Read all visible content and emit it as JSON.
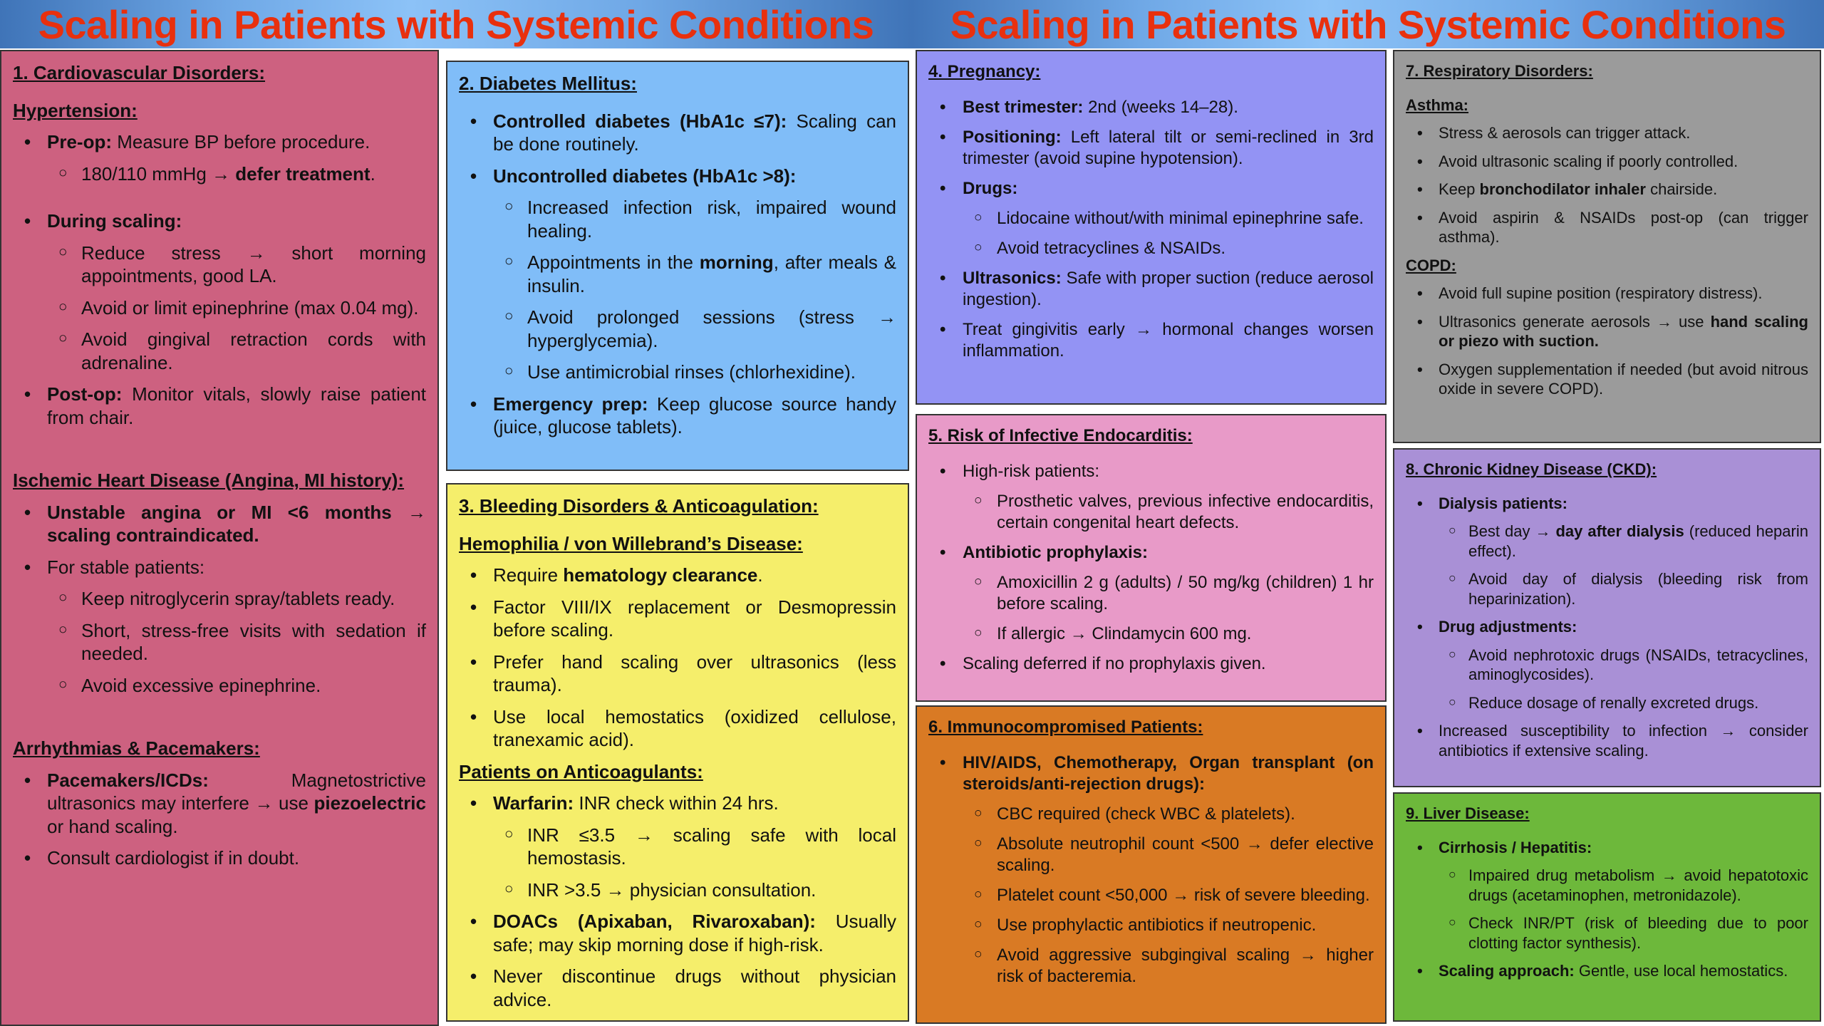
{
  "title": "Scaling in Patients with Systemic Conditions",
  "colors": [
    "#cd6180",
    "#80bdf8",
    "#f5ee6b",
    "#9393f4",
    "#e89ac8",
    "#d97a24",
    "#9b9b9b",
    "#a990d6",
    "#6db83b"
  ],
  "panels": [
    {
      "lines": [
        {
          "k": "h",
          "s": [
            [
              "b",
              "1. Cardiovascular Disorders:"
            ]
          ]
        },
        {
          "k": "sh",
          "s": [
            [
              "b",
              "Hypertension:"
            ]
          ]
        },
        {
          "k": "b1",
          "s": [
            [
              "b",
              "Pre-op:"
            ],
            [
              "n",
              " Measure BP before procedure."
            ]
          ]
        },
        {
          "k": "b2",
          "s": [
            [
              "n",
              "180/110 mmHg → "
            ],
            [
              "b",
              "defer treatment"
            ],
            [
              "n",
              "."
            ]
          ]
        },
        {
          "k": "gap",
          "s": []
        },
        {
          "k": "b1",
          "s": [
            [
              "b",
              "During scaling:"
            ]
          ]
        },
        {
          "k": "b2",
          "s": [
            [
              "n",
              "Reduce stress → short morning appointments, good LA."
            ]
          ]
        },
        {
          "k": "b2",
          "s": [
            [
              "n",
              "Avoid or limit epinephrine (max 0.04 mg)."
            ]
          ]
        },
        {
          "k": "b2",
          "s": [
            [
              "n",
              "Avoid gingival retraction cords with adrenaline."
            ]
          ]
        },
        {
          "k": "b1",
          "s": [
            [
              "b",
              "Post-op:"
            ],
            [
              "n",
              " Monitor vitals, slowly raise patient from chair."
            ]
          ]
        },
        {
          "k": "gap",
          "s": []
        },
        {
          "k": "gap",
          "s": []
        },
        {
          "k": "sh",
          "s": [
            [
              "b",
              "Ischemic Heart Disease (Angina, MI history):"
            ]
          ]
        },
        {
          "k": "b1",
          "s": [
            [
              "b",
              "Unstable angina or MI <6 months → scaling contraindicated."
            ]
          ]
        },
        {
          "k": "b1",
          "s": [
            [
              "n",
              "For stable patients:"
            ]
          ]
        },
        {
          "k": "b2",
          "s": [
            [
              "n",
              "Keep nitroglycerin spray/tablets ready."
            ]
          ]
        },
        {
          "k": "b2",
          "s": [
            [
              "n",
              "Short, stress-free visits with sedation if needed."
            ]
          ]
        },
        {
          "k": "b2",
          "s": [
            [
              "n",
              "Avoid excessive epinephrine."
            ]
          ]
        },
        {
          "k": "gap",
          "s": []
        },
        {
          "k": "gap",
          "s": []
        },
        {
          "k": "sh",
          "s": [
            [
              "b",
              "Arrhythmias & Pacemakers:"
            ]
          ]
        },
        {
          "k": "b1",
          "s": [
            [
              "b",
              "Pacemakers/ICDs:"
            ],
            [
              "n",
              " Magnetostrictive ultrasonics may interfere → use "
            ],
            [
              "b",
              "piezoelectric"
            ],
            [
              "n",
              " or hand scaling."
            ]
          ]
        },
        {
          "k": "b1",
          "s": [
            [
              "n",
              "Consult cardiologist if in doubt."
            ]
          ]
        }
      ]
    },
    {
      "lines": [
        {
          "k": "h",
          "s": [
            [
              "b",
              "2. Diabetes Mellitus:"
            ]
          ]
        },
        {
          "k": "b1",
          "s": [
            [
              "b",
              "Controlled diabetes (HbA1c ≤7):"
            ],
            [
              "n",
              " Scaling can be done routinely."
            ]
          ]
        },
        {
          "k": "b1",
          "s": [
            [
              "b",
              "Uncontrolled diabetes (HbA1c >8):"
            ]
          ]
        },
        {
          "k": "b2",
          "s": [
            [
              "n",
              "Increased infection risk, impaired wound healing."
            ]
          ]
        },
        {
          "k": "b2",
          "s": [
            [
              "n",
              "Appointments in the "
            ],
            [
              "b",
              "morning"
            ],
            [
              "n",
              ", after meals & insulin."
            ]
          ]
        },
        {
          "k": "b2",
          "s": [
            [
              "n",
              "Avoid prolonged sessions (stress → hyperglycemia)."
            ]
          ]
        },
        {
          "k": "b2",
          "s": [
            [
              "n",
              "Use antimicrobial rinses (chlorhexidine)."
            ]
          ]
        },
        {
          "k": "b1",
          "s": [
            [
              "b",
              "Emergency prep:"
            ],
            [
              "n",
              " Keep glucose source handy (juice, glucose tablets)."
            ]
          ]
        }
      ]
    },
    {
      "lines": [
        {
          "k": "h",
          "s": [
            [
              "b",
              "3. Bleeding Disorders & Anticoagulation:"
            ]
          ]
        },
        {
          "k": "sh",
          "s": [
            [
              "b",
              "Hemophilia / von Willebrand’s Disease:"
            ]
          ]
        },
        {
          "k": "b1",
          "s": [
            [
              "n",
              "Require "
            ],
            [
              "b",
              "hematology clearance"
            ],
            [
              "n",
              "."
            ]
          ]
        },
        {
          "k": "b1",
          "s": [
            [
              "n",
              "Factor VIII/IX replacement or Desmopressin before scaling."
            ]
          ]
        },
        {
          "k": "b1",
          "s": [
            [
              "n",
              "Prefer hand scaling over ultrasonics (less trauma)."
            ]
          ]
        },
        {
          "k": "b1",
          "s": [
            [
              "n",
              "Use local hemostatics (oxidized cellulose, tranexamic acid)."
            ]
          ]
        },
        {
          "k": "sh",
          "s": [
            [
              "b",
              "Patients on Anticoagulants:"
            ]
          ]
        },
        {
          "k": "b1",
          "s": [
            [
              "b",
              "Warfarin:"
            ],
            [
              "n",
              " INR check within 24 hrs."
            ]
          ]
        },
        {
          "k": "b2",
          "s": [
            [
              "n",
              "INR ≤3.5 → scaling safe with local hemostasis."
            ]
          ]
        },
        {
          "k": "b2",
          "s": [
            [
              "n",
              "INR >3.5 → physician consultation."
            ]
          ]
        },
        {
          "k": "b1",
          "s": [
            [
              "b",
              "DOACs (Apixaban, Rivaroxaban):"
            ],
            [
              "n",
              " Usually safe; may skip morning dose if high-risk."
            ]
          ]
        },
        {
          "k": "b1",
          "s": [
            [
              "n",
              "Never discontinue drugs without physician advice."
            ]
          ]
        }
      ]
    },
    {
      "lines": [
        {
          "k": "h",
          "s": [
            [
              "b",
              "4. Pregnancy:"
            ]
          ]
        },
        {
          "k": "b1",
          "s": [
            [
              "b",
              "Best trimester:"
            ],
            [
              "n",
              " 2nd (weeks 14–28)."
            ]
          ]
        },
        {
          "k": "b1",
          "s": [
            [
              "b",
              "Positioning:"
            ],
            [
              "n",
              " Left lateral tilt or semi-reclined in 3rd trimester (avoid supine hypotension)."
            ]
          ]
        },
        {
          "k": "b1",
          "s": [
            [
              "b",
              "Drugs:"
            ]
          ]
        },
        {
          "k": "b2",
          "s": [
            [
              "n",
              "Lidocaine without/with minimal epinephrine safe."
            ]
          ]
        },
        {
          "k": "b2",
          "s": [
            [
              "n",
              "Avoid tetracyclines & NSAIDs."
            ]
          ]
        },
        {
          "k": "b1",
          "s": [
            [
              "b",
              "Ultrasonics:"
            ],
            [
              "n",
              " Safe with proper suction (reduce aerosol ingestion)."
            ]
          ]
        },
        {
          "k": "b1",
          "s": [
            [
              "n",
              "Treat gingivitis early → hormonal changes worsen inflammation."
            ]
          ]
        }
      ]
    },
    {
      "lines": [
        {
          "k": "h",
          "s": [
            [
              "b",
              "5. Risk of Infective Endocarditis:"
            ]
          ]
        },
        {
          "k": "b1",
          "s": [
            [
              "n",
              "High-risk patients:"
            ]
          ]
        },
        {
          "k": "b2",
          "s": [
            [
              "n",
              "Prosthetic valves, previous infective endocarditis, certain congenital heart defects."
            ]
          ]
        },
        {
          "k": "b1",
          "s": [
            [
              "b",
              "Antibiotic prophylaxis:"
            ]
          ]
        },
        {
          "k": "b2",
          "s": [
            [
              "n",
              "Amoxicillin 2 g (adults) / 50 mg/kg (children) 1 hr before scaling."
            ]
          ]
        },
        {
          "k": "b2",
          "s": [
            [
              "n",
              "If allergic → Clindamycin 600 mg."
            ]
          ]
        },
        {
          "k": "b1",
          "s": [
            [
              "n",
              "Scaling deferred if no prophylaxis given."
            ]
          ]
        }
      ]
    },
    {
      "lines": [
        {
          "k": "h",
          "s": [
            [
              "b",
              "6. Immunocompromised Patients:"
            ]
          ]
        },
        {
          "k": "b1",
          "s": [
            [
              "b",
              "HIV/AIDS, Chemotherapy, Organ transplant (on steroids/anti-rejection drugs):"
            ]
          ]
        },
        {
          "k": "b2",
          "s": [
            [
              "n",
              "CBC required (check WBC & platelets)."
            ]
          ]
        },
        {
          "k": "b2",
          "s": [
            [
              "n",
              "Absolute neutrophil count <500 → defer elective scaling."
            ]
          ]
        },
        {
          "k": "b2",
          "s": [
            [
              "n",
              "Platelet count <50,000 → risk of severe bleeding."
            ]
          ]
        },
        {
          "k": "b2",
          "s": [
            [
              "n",
              "Use prophylactic antibiotics if neutropenic."
            ]
          ]
        },
        {
          "k": "b2",
          "s": [
            [
              "n",
              "Avoid aggressive subgingival scaling → higher risk of bacteremia."
            ]
          ]
        }
      ]
    },
    {
      "lines": [
        {
          "k": "h",
          "s": [
            [
              "b",
              "7. Respiratory Disorders:"
            ]
          ]
        },
        {
          "k": "sh",
          "s": [
            [
              "b",
              "Asthma:"
            ]
          ]
        },
        {
          "k": "b1",
          "s": [
            [
              "n",
              "Stress & aerosols can trigger attack."
            ]
          ]
        },
        {
          "k": "b1",
          "s": [
            [
              "n",
              "Avoid ultrasonic scaling if poorly controlled."
            ]
          ]
        },
        {
          "k": "b1",
          "s": [
            [
              "n",
              "Keep "
            ],
            [
              "b",
              "bronchodilator inhaler"
            ],
            [
              "n",
              " chairside."
            ]
          ]
        },
        {
          "k": "b1",
          "s": [
            [
              "n",
              "Avoid aspirin & NSAIDs post-op (can trigger asthma)."
            ]
          ]
        },
        {
          "k": "sh",
          "s": [
            [
              "b",
              "COPD:"
            ]
          ]
        },
        {
          "k": "b1",
          "s": [
            [
              "n",
              "Avoid full supine position (respiratory distress)."
            ]
          ]
        },
        {
          "k": "b1",
          "s": [
            [
              "n",
              "Ultrasonics generate aerosols → use "
            ],
            [
              "b",
              "hand scaling or piezo with suction."
            ]
          ]
        },
        {
          "k": "b1",
          "s": [
            [
              "n",
              "Oxygen supplementation if needed (but avoid nitrous oxide in severe COPD)."
            ]
          ]
        }
      ]
    },
    {
      "lines": [
        {
          "k": "h",
          "s": [
            [
              "b",
              "8. Chronic Kidney Disease (CKD):"
            ]
          ]
        },
        {
          "k": "b1",
          "s": [
            [
              "b",
              "Dialysis patients:"
            ]
          ]
        },
        {
          "k": "b2",
          "s": [
            [
              "n",
              "Best day → "
            ],
            [
              "b",
              "day after dialysis"
            ],
            [
              "n",
              " (reduced heparin effect)."
            ]
          ]
        },
        {
          "k": "b2",
          "s": [
            [
              "n",
              "Avoid day of dialysis (bleeding risk from heparinization)."
            ]
          ]
        },
        {
          "k": "b1",
          "s": [
            [
              "b",
              "Drug adjustments:"
            ]
          ]
        },
        {
          "k": "b2",
          "s": [
            [
              "n",
              "Avoid nephrotoxic drugs (NSAIDs, tetracyclines, aminoglycosides)."
            ]
          ]
        },
        {
          "k": "b2",
          "s": [
            [
              "n",
              "Reduce dosage of renally excreted drugs."
            ]
          ]
        },
        {
          "k": "b1",
          "s": [
            [
              "n",
              "Increased susceptibility to infection → consider antibiotics if extensive scaling."
            ]
          ]
        }
      ]
    },
    {
      "lines": [
        {
          "k": "h",
          "s": [
            [
              "b",
              "9. Liver Disease:"
            ]
          ]
        },
        {
          "k": "b1",
          "s": [
            [
              "b",
              "Cirrhosis / Hepatitis:"
            ]
          ]
        },
        {
          "k": "b2",
          "s": [
            [
              "n",
              "Impaired drug metabolism → avoid hepatotoxic drugs (acetaminophen, metronidazole)."
            ]
          ]
        },
        {
          "k": "b2",
          "s": [
            [
              "n",
              "Check INR/PT (risk of bleeding due to poor clotting factor synthesis)."
            ]
          ]
        },
        {
          "k": "b1",
          "s": [
            [
              "b",
              "Scaling approach:"
            ],
            [
              "n",
              " Gentle, use local hemostatics."
            ]
          ]
        }
      ]
    }
  ]
}
